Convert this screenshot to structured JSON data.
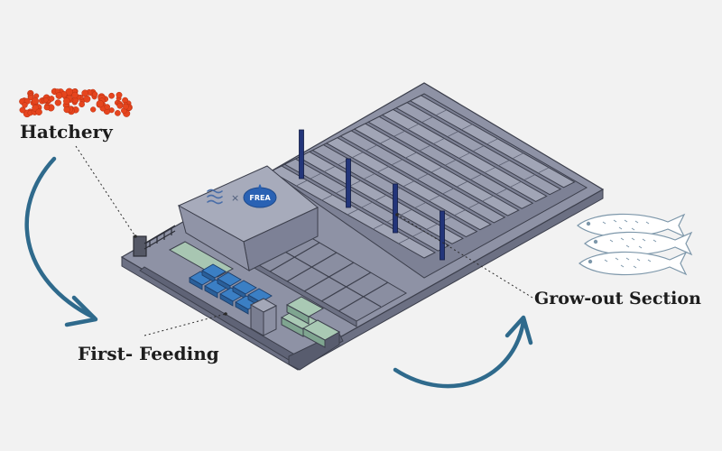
{
  "labels": {
    "hatchery": "Hatchery",
    "first_feeding": "First- Feeding",
    "grow_out": "Grow-out Section"
  },
  "logo": {
    "text": "FREA",
    "separator": "×"
  },
  "icons": [
    "fish-eggs-icon",
    "trout-fish-icon",
    "water-waves-icon"
  ],
  "colors": {
    "background": "#f2f2f2",
    "arrow": "#2f6a8c",
    "platform": "#8e92a5",
    "eggs": "#e6451e",
    "tanks_blue": "#3b7fc4",
    "tanks_green": "#8fb9a2",
    "pillars": "#23357a",
    "logo": "#2a62b4"
  }
}
